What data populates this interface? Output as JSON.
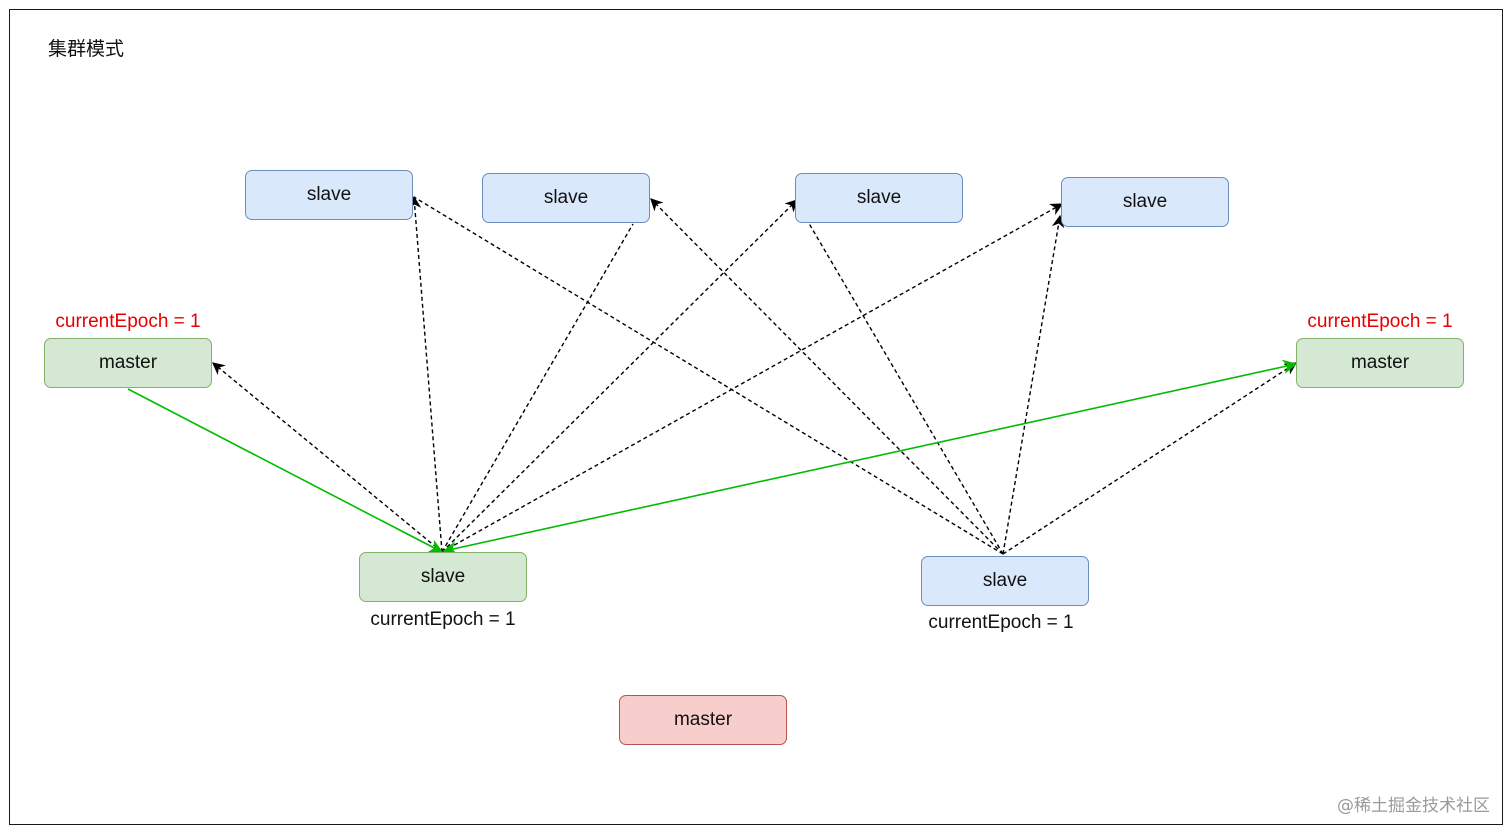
{
  "diagram": {
    "title": "集群模式",
    "nodes": {
      "slave_top_1": "slave",
      "slave_top_2": "slave",
      "slave_top_3": "slave",
      "slave_top_4": "slave",
      "master_left": "master",
      "master_right": "master",
      "slave_green": "slave",
      "slave_blue_bottom": "slave",
      "master_failed": "master"
    },
    "labels": {
      "master_left_epoch": "currentEpoch = 1",
      "master_right_epoch": "currentEpoch = 1",
      "slave_green_epoch": "currentEpoch = 1",
      "slave_blue_epoch": "currentEpoch = 1"
    },
    "colors": {
      "slave_fill": "#dae8fc",
      "slave_stroke": "#6c8ebf",
      "green_fill": "#d5e8d4",
      "green_stroke": "#82b366",
      "failed_fill": "#f8cecc",
      "failed_stroke": "#b85450",
      "epoch_highlight": "#e60000",
      "vote_edge": "#00bb00",
      "broadcast_edge": "#000000"
    }
  },
  "watermark": "@稀土掘金技术社区"
}
